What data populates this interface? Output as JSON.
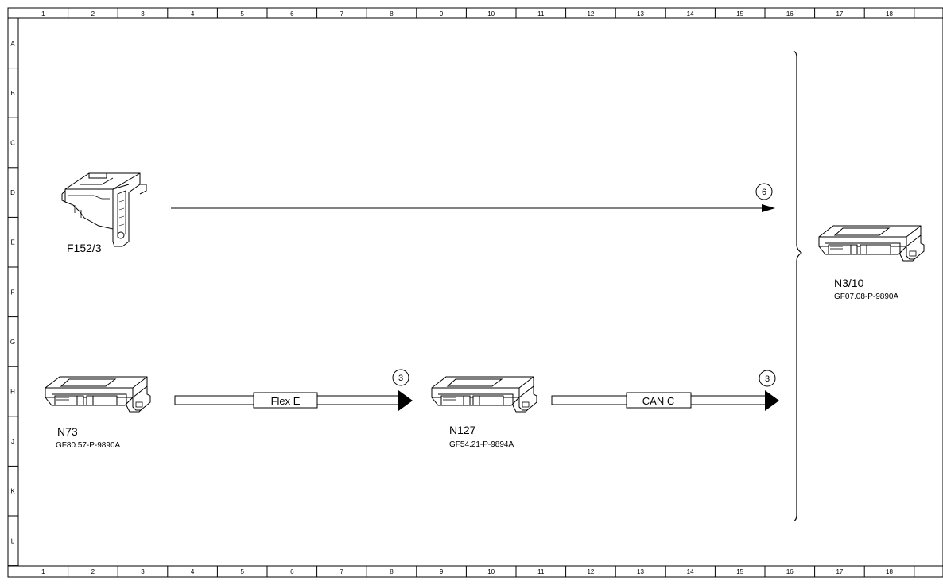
{
  "columns": [
    "1",
    "2",
    "3",
    "4",
    "5",
    "6",
    "7",
    "8",
    "9",
    "10",
    "11",
    "12",
    "13",
    "14",
    "15",
    "16",
    "17",
    "18"
  ],
  "rows": [
    "A",
    "B",
    "C",
    "D",
    "E",
    "F",
    "G",
    "H",
    "J",
    "K",
    "L"
  ],
  "components": {
    "f152_3": {
      "label": "F152/3",
      "ref": ""
    },
    "n3_10": {
      "label": "N3/10",
      "ref": "GF07.08-P-9890A"
    },
    "n73": {
      "label": "N73",
      "ref": "GF80.57-P-9890A"
    },
    "n127": {
      "label": "N127",
      "ref": "GF54.21-P-9894A"
    }
  },
  "connections": {
    "top": {
      "marker": "6"
    },
    "flex": {
      "bus": "Flex E",
      "marker": "3"
    },
    "can": {
      "bus": "CAN C",
      "marker": "3"
    }
  }
}
